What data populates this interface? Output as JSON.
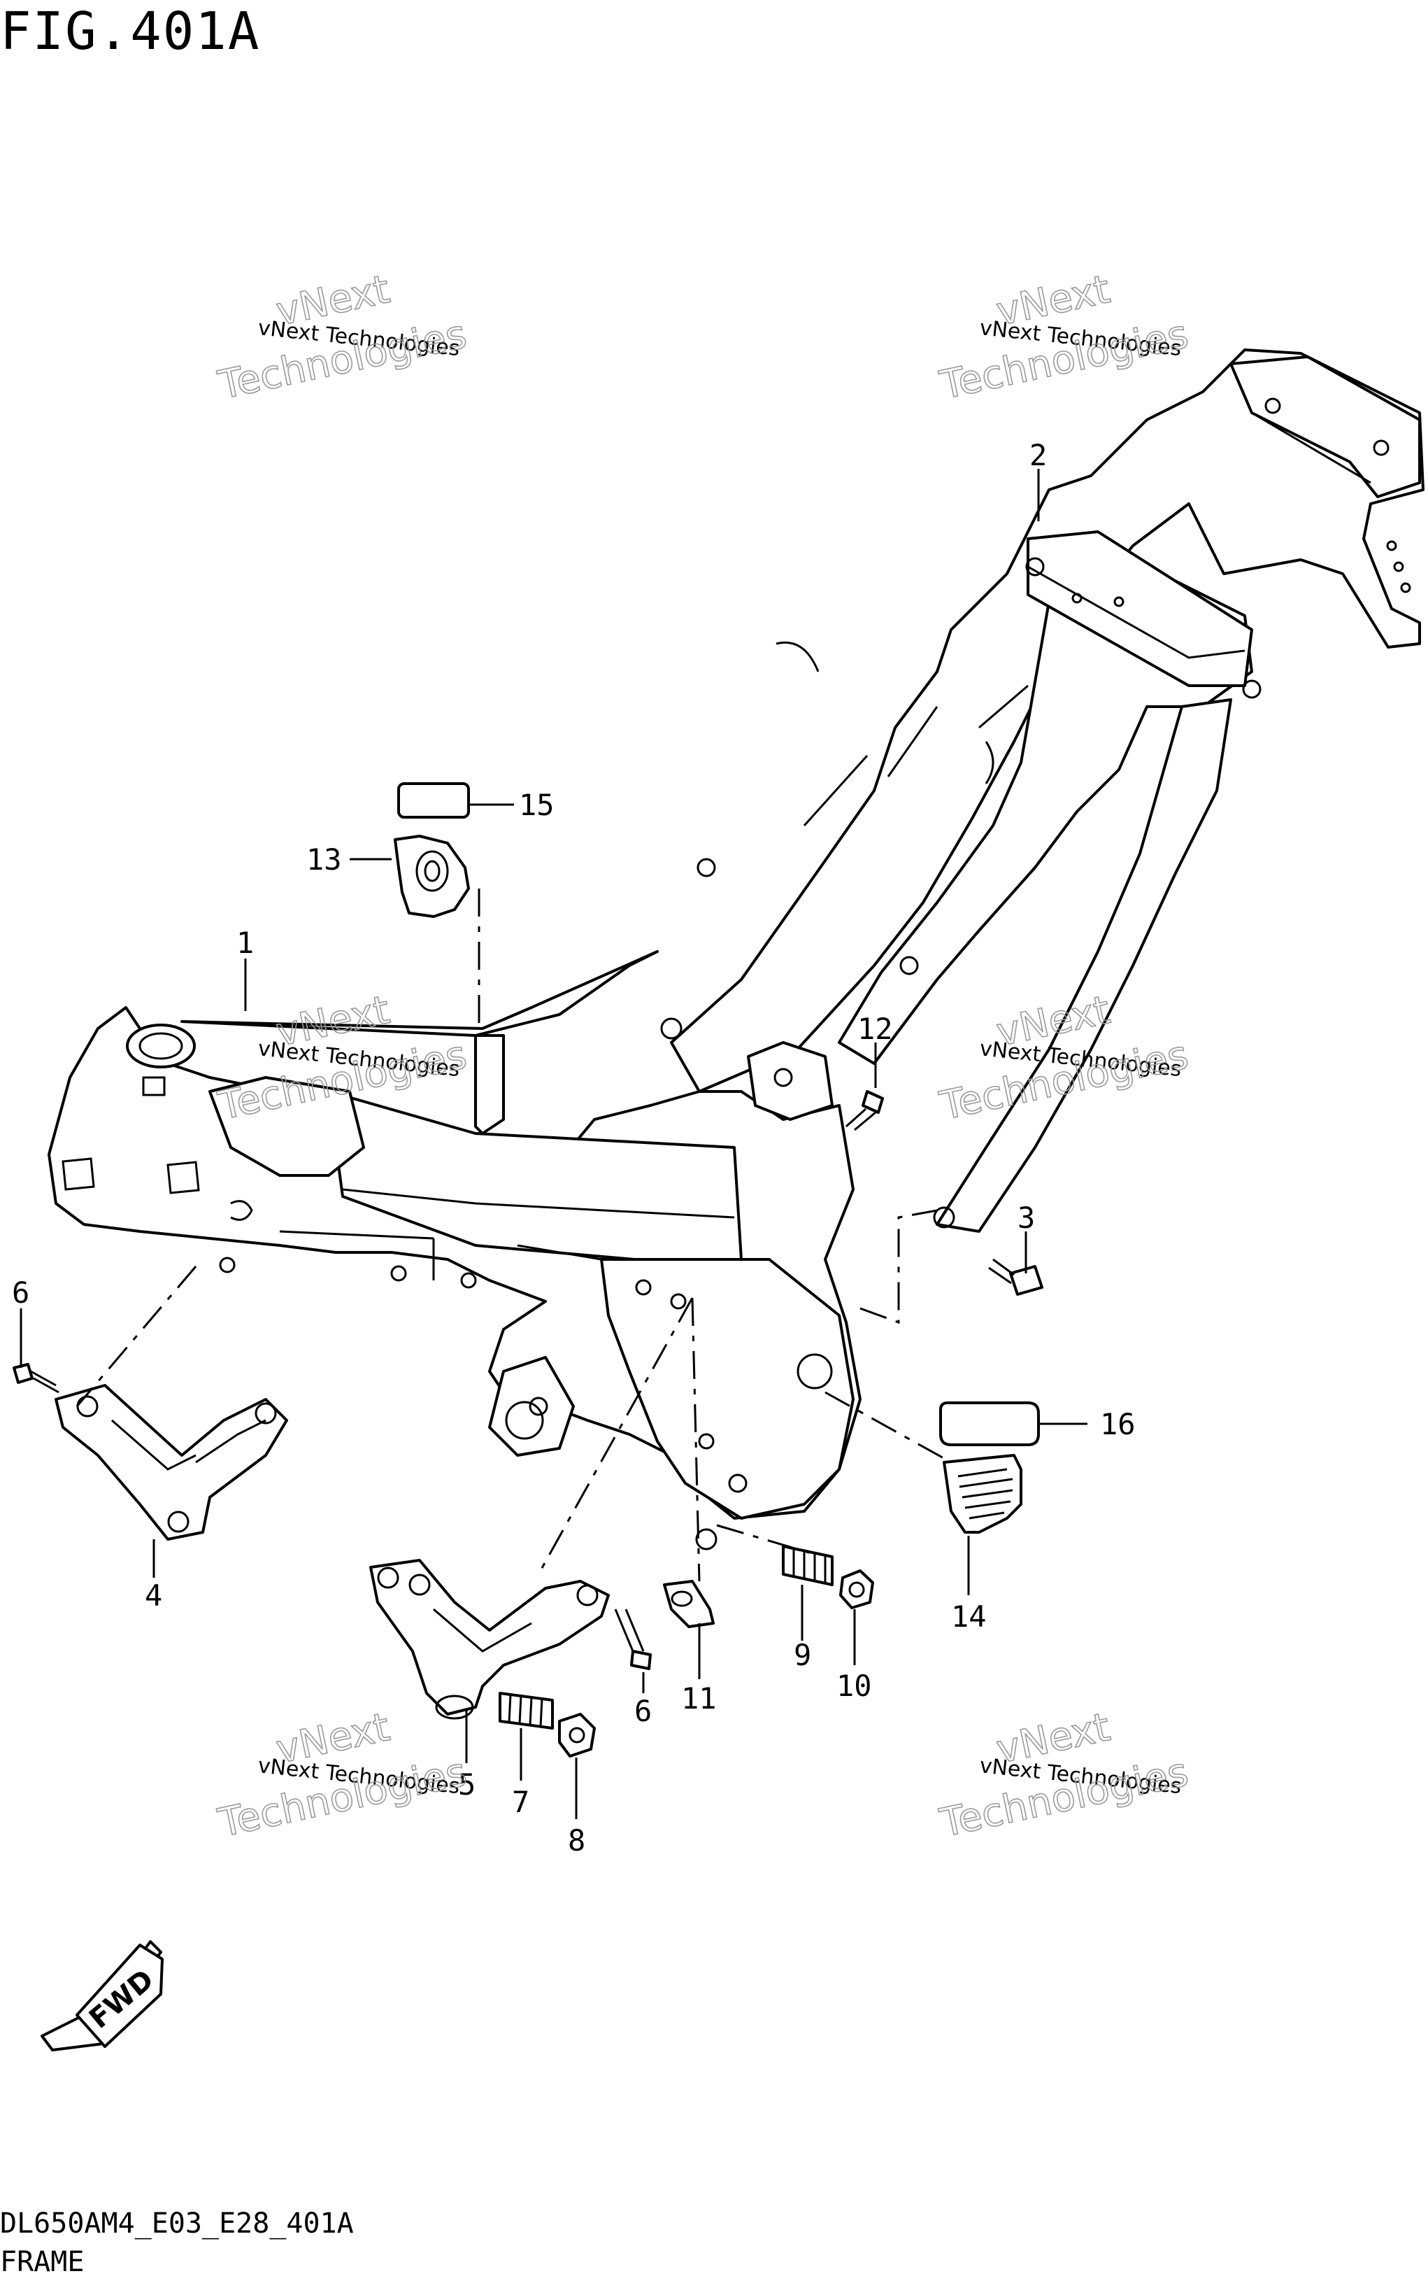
{
  "figure": {
    "title": "FIG.401A",
    "model_code": "DL650AM4_E03_E28_401A",
    "section_name": "FRAME"
  },
  "callouts": [
    {
      "id": "1",
      "label": "1"
    },
    {
      "id": "2",
      "label": "2"
    },
    {
      "id": "3",
      "label": "3"
    },
    {
      "id": "4",
      "label": "4"
    },
    {
      "id": "5",
      "label": "5"
    },
    {
      "id": "6a",
      "label": "6"
    },
    {
      "id": "6b",
      "label": "6"
    },
    {
      "id": "7",
      "label": "7"
    },
    {
      "id": "8",
      "label": "8"
    },
    {
      "id": "9",
      "label": "9"
    },
    {
      "id": "10",
      "label": "10"
    },
    {
      "id": "11",
      "label": "11"
    },
    {
      "id": "12",
      "label": "12"
    },
    {
      "id": "13",
      "label": "13"
    },
    {
      "id": "14",
      "label": "14"
    },
    {
      "id": "15",
      "label": "15"
    },
    {
      "id": "16",
      "label": "16"
    }
  ],
  "watermark": {
    "line1": "vNext",
    "line2": "vNext Technologies",
    "line3": "Technologies"
  },
  "direction_badge": {
    "text": "FWD",
    "icon": "forward-arrow-icon"
  }
}
